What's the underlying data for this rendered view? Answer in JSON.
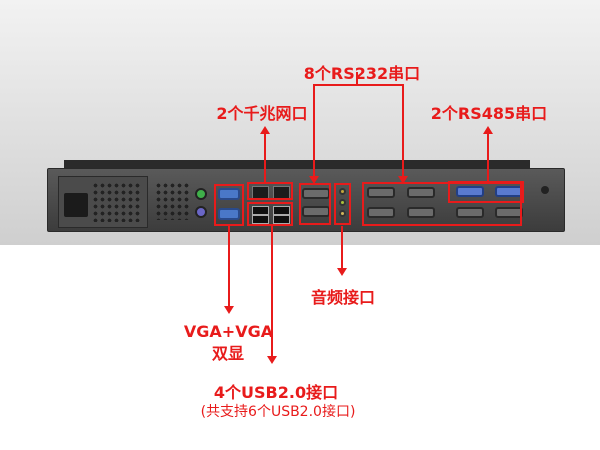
{
  "labels": {
    "rs232": "8个RS232串口",
    "gige": "2个千兆网口",
    "rs485": "2个RS485串口",
    "audio": "音频接口",
    "vga": "VGA+VGA",
    "vga_sub": "双显",
    "usb": "4个USB2.0接口",
    "usb_sub": "(共支持6个USB2.0接口)"
  },
  "colors": {
    "accent": "#e81b1b",
    "panel": "#4a4a4a",
    "background_top": "#d9d9d9",
    "background_bottom": "#ffffff"
  }
}
